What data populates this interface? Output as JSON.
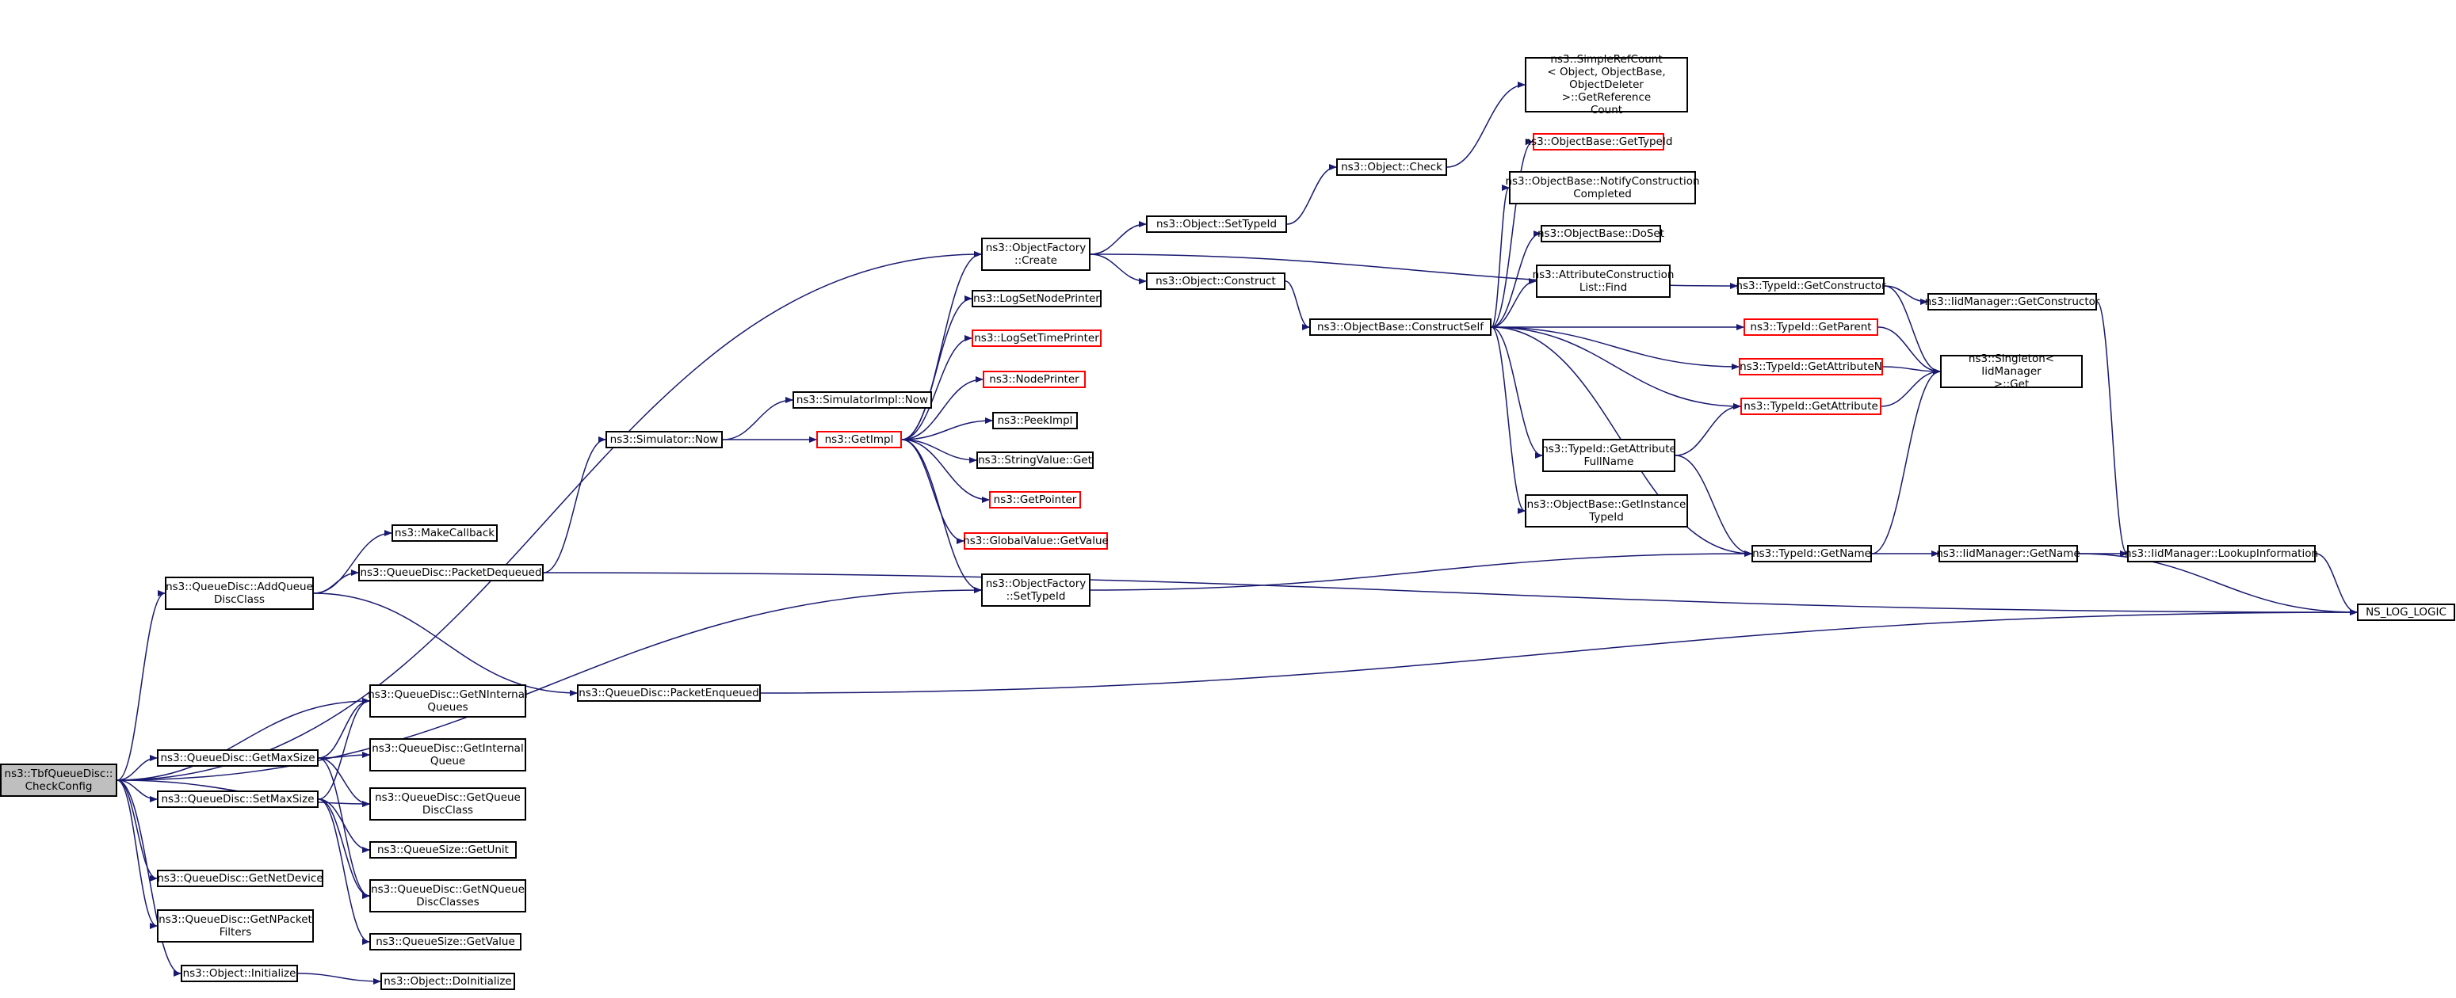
{
  "diagram": {
    "type": "call-graph",
    "colors": {
      "edge": "#191970",
      "node_border": "#000000",
      "node_border_partial": "#ff0000",
      "root_fill": "#bfbfbf",
      "node_fill": "#ffffff"
    },
    "nodes": [
      {
        "id": "root",
        "label": "ns3::TbfQueueDisc::\nCheckConfig",
        "style": "root"
      },
      {
        "id": "addQDC",
        "label": "ns3::QueueDisc::AddQueue\nDiscClass",
        "style": "normal"
      },
      {
        "id": "getMaxSize",
        "label": "ns3::QueueDisc::GetMaxSize",
        "style": "normal"
      },
      {
        "id": "setMaxSize",
        "label": "ns3::QueueDisc::SetMaxSize",
        "style": "normal"
      },
      {
        "id": "getNetDev",
        "label": "ns3::QueueDisc::GetNetDevice",
        "style": "normal"
      },
      {
        "id": "getNPF",
        "label": "ns3::QueueDisc::GetNPacket\nFilters",
        "style": "normal"
      },
      {
        "id": "objInit",
        "label": "ns3::Object::Initialize",
        "style": "normal"
      },
      {
        "id": "makeCb",
        "label": "ns3::MakeCallback",
        "style": "normal"
      },
      {
        "id": "pktDeq",
        "label": "ns3::QueueDisc::PacketDequeued",
        "style": "normal"
      },
      {
        "id": "pktEnq",
        "label": "ns3::QueueDisc::PacketEnqueued",
        "style": "normal"
      },
      {
        "id": "getNIQ",
        "label": "ns3::QueueDisc::GetNInternal\nQueues",
        "style": "normal"
      },
      {
        "id": "getIQ",
        "label": "ns3::QueueDisc::GetInternal\nQueue",
        "style": "normal"
      },
      {
        "id": "getQDC",
        "label": "ns3::QueueDisc::GetQueue\nDiscClass",
        "style": "normal"
      },
      {
        "id": "qsUnit",
        "label": "ns3::QueueSize::GetUnit",
        "style": "normal"
      },
      {
        "id": "getNQDC",
        "label": "ns3::QueueDisc::GetNQueue\nDiscClasses",
        "style": "normal"
      },
      {
        "id": "qsValue",
        "label": "ns3::QueueSize::GetValue",
        "style": "normal"
      },
      {
        "id": "doInit",
        "label": "ns3::Object::DoInitialize",
        "style": "normal"
      },
      {
        "id": "simNow",
        "label": "ns3::Simulator::Now",
        "style": "normal"
      },
      {
        "id": "simImplNow",
        "label": "ns3::SimulatorImpl::Now",
        "style": "normal"
      },
      {
        "id": "getImpl",
        "label": "ns3::GetImpl",
        "style": "partial"
      },
      {
        "id": "ofCreate",
        "label": "ns3::ObjectFactory\n::Create",
        "style": "normal"
      },
      {
        "id": "logNode",
        "label": "ns3::LogSetNodePrinter",
        "style": "normal"
      },
      {
        "id": "logTime",
        "label": "ns3::LogSetTimePrinter",
        "style": "partial"
      },
      {
        "id": "nodePrinter",
        "label": "ns3::NodePrinter",
        "style": "partial"
      },
      {
        "id": "peekImpl",
        "label": "ns3::PeekImpl",
        "style": "normal"
      },
      {
        "id": "strGet",
        "label": "ns3::StringValue::Get",
        "style": "normal"
      },
      {
        "id": "getPtr",
        "label": "ns3::GetPointer",
        "style": "partial"
      },
      {
        "id": "gvGet",
        "label": "ns3::GlobalValue::GetValue",
        "style": "partial"
      },
      {
        "id": "ofSetTid",
        "label": "ns3::ObjectFactory\n::SetTypeId",
        "style": "normal"
      },
      {
        "id": "objSetTid",
        "label": "ns3::Object::SetTypeId",
        "style": "normal"
      },
      {
        "id": "objConstruct",
        "label": "ns3::Object::Construct",
        "style": "normal"
      },
      {
        "id": "objCheck",
        "label": "ns3::Object::Check",
        "style": "normal"
      },
      {
        "id": "obConstructSelf",
        "label": "ns3::ObjectBase::ConstructSelf",
        "style": "normal"
      },
      {
        "id": "srcGet",
        "label": "ns3::SimpleRefCount\n< Object, ObjectBase,\nObjectDeleter >::GetReference\nCount",
        "style": "normal"
      },
      {
        "id": "obGetTid",
        "label": "ns3::ObjectBase::GetTypeId",
        "style": "partial"
      },
      {
        "id": "obNotify",
        "label": "ns3::ObjectBase::NotifyConstruction\nCompleted",
        "style": "normal"
      },
      {
        "id": "obDoSet",
        "label": "ns3::ObjectBase::DoSet",
        "style": "normal"
      },
      {
        "id": "acFind",
        "label": "ns3::AttributeConstruction\nList::Find",
        "style": "normal"
      },
      {
        "id": "tidGetAttrFull",
        "label": "ns3::TypeId::GetAttribute\nFullName",
        "style": "normal"
      },
      {
        "id": "obGetInst",
        "label": "ns3::ObjectBase::GetInstance\nTypeId",
        "style": "normal"
      },
      {
        "id": "tidGetCtor",
        "label": "ns3::TypeId::GetConstructor",
        "style": "normal"
      },
      {
        "id": "tidGetParent",
        "label": "ns3::TypeId::GetParent",
        "style": "partial"
      },
      {
        "id": "tidGetAttrN",
        "label": "ns3::TypeId::GetAttributeN",
        "style": "partial"
      },
      {
        "id": "tidGetAttr",
        "label": "ns3::TypeId::GetAttribute",
        "style": "partial"
      },
      {
        "id": "tidGetName",
        "label": "ns3::TypeId::GetName",
        "style": "normal"
      },
      {
        "id": "iidGetCtor",
        "label": "ns3::IidManager::GetConstructor",
        "style": "normal"
      },
      {
        "id": "singletonGet",
        "label": "ns3::Singleton< IidManager\n>::Get",
        "style": "normal"
      },
      {
        "id": "iidGetName",
        "label": "ns3::IidManager::GetName",
        "style": "normal"
      },
      {
        "id": "iidLookup",
        "label": "ns3::IidManager::LookupInformation",
        "style": "normal"
      },
      {
        "id": "nsLog",
        "label": "NS_LOG_LOGIC",
        "style": "normal"
      }
    ],
    "edges": [
      [
        "root",
        "ofCreate"
      ],
      [
        "root",
        "addQDC"
      ],
      [
        "root",
        "ofSetTid"
      ],
      [
        "root",
        "getNIQ"
      ],
      [
        "root",
        "getMaxSize"
      ],
      [
        "root",
        "setMaxSize"
      ],
      [
        "root",
        "getQDC"
      ],
      [
        "root",
        "getNetDev"
      ],
      [
        "root",
        "getNPF"
      ],
      [
        "root",
        "objInit"
      ],
      [
        "addQDC",
        "makeCb"
      ],
      [
        "addQDC",
        "pktDeq"
      ],
      [
        "addQDC",
        "pktEnq"
      ],
      [
        "pktDeq",
        "simNow"
      ],
      [
        "pktDeq",
        "nsLog"
      ],
      [
        "pktEnq",
        "nsLog"
      ],
      [
        "getMaxSize",
        "getNIQ"
      ],
      [
        "getMaxSize",
        "getIQ"
      ],
      [
        "getMaxSize",
        "getQDC"
      ],
      [
        "getMaxSize",
        "getNQDC"
      ],
      [
        "setMaxSize",
        "getNIQ"
      ],
      [
        "setMaxSize",
        "qsUnit"
      ],
      [
        "setMaxSize",
        "getNQDC"
      ],
      [
        "setMaxSize",
        "qsValue"
      ],
      [
        "objInit",
        "doInit"
      ],
      [
        "simNow",
        "simImplNow"
      ],
      [
        "simNow",
        "getImpl"
      ],
      [
        "getImpl",
        "ofCreate"
      ],
      [
        "getImpl",
        "logNode"
      ],
      [
        "getImpl",
        "logTime"
      ],
      [
        "getImpl",
        "nodePrinter"
      ],
      [
        "getImpl",
        "peekImpl"
      ],
      [
        "getImpl",
        "strGet"
      ],
      [
        "getImpl",
        "getPtr"
      ],
      [
        "getImpl",
        "gvGet"
      ],
      [
        "getImpl",
        "ofSetTid"
      ],
      [
        "ofCreate",
        "objSetTid"
      ],
      [
        "ofCreate",
        "objConstruct"
      ],
      [
        "ofCreate",
        "tidGetCtor"
      ],
      [
        "ofSetTid",
        "tidGetName"
      ],
      [
        "objSetTid",
        "objCheck"
      ],
      [
        "objCheck",
        "srcGet"
      ],
      [
        "objConstruct",
        "obConstructSelf"
      ],
      [
        "obConstructSelf",
        "obGetTid"
      ],
      [
        "obConstructSelf",
        "obNotify"
      ],
      [
        "obConstructSelf",
        "obDoSet"
      ],
      [
        "obConstructSelf",
        "acFind"
      ],
      [
        "obConstructSelf",
        "tidGetParent"
      ],
      [
        "obConstructSelf",
        "tidGetAttrN"
      ],
      [
        "obConstructSelf",
        "tidGetAttr"
      ],
      [
        "obConstructSelf",
        "tidGetAttrFull"
      ],
      [
        "obConstructSelf",
        "obGetInst"
      ],
      [
        "obConstructSelf",
        "tidGetName"
      ],
      [
        "tidGetAttrFull",
        "tidGetAttr"
      ],
      [
        "tidGetAttrFull",
        "tidGetName"
      ],
      [
        "tidGetCtor",
        "iidGetCtor"
      ],
      [
        "tidGetCtor",
        "singletonGet"
      ],
      [
        "tidGetParent",
        "singletonGet"
      ],
      [
        "tidGetAttrN",
        "singletonGet"
      ],
      [
        "tidGetAttr",
        "singletonGet"
      ],
      [
        "tidGetName",
        "singletonGet"
      ],
      [
        "tidGetName",
        "iidGetName"
      ],
      [
        "iidGetCtor",
        "iidLookup"
      ],
      [
        "iidGetName",
        "iidLookup"
      ],
      [
        "iidGetName",
        "nsLog"
      ],
      [
        "iidLookup",
        "nsLog"
      ]
    ]
  }
}
